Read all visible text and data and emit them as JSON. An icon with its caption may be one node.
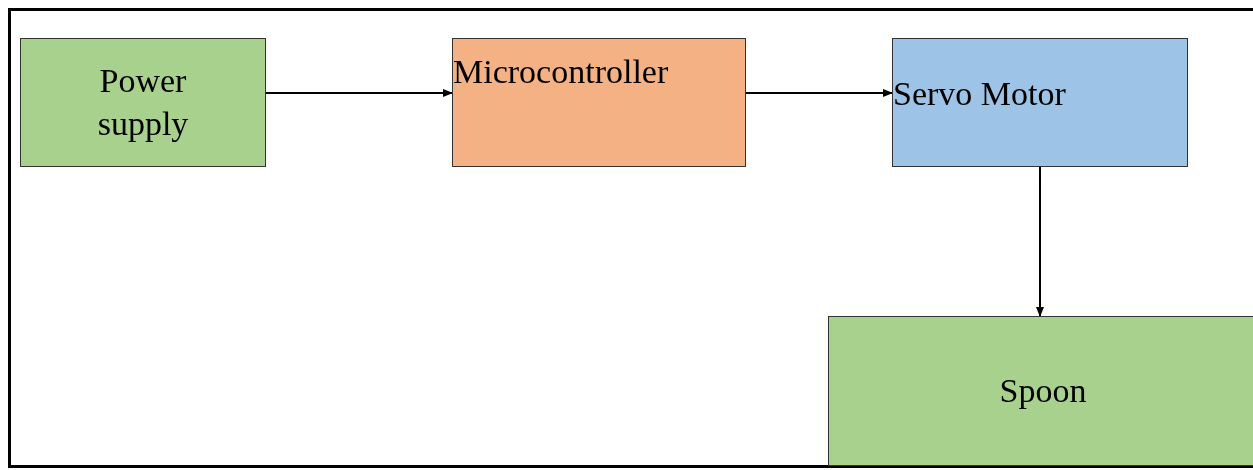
{
  "diagram": {
    "nodes": [
      {
        "text": [
          "Power supply"
        ]
      },
      {
        "text": [
          "Microcontroller"
        ]
      },
      {
        "text": [
          "Servo Motor"
        ]
      },
      {
        "text": [
          "Spoon"
        ]
      }
    ],
    "edges": [
      {
        "from": 0,
        "to": 1,
        "arrow": "to"
      },
      {
        "from": 1,
        "to": 2,
        "arrow": "to"
      },
      {
        "from": 2,
        "to": 3,
        "arrow": "to"
      }
    ]
  }
}
